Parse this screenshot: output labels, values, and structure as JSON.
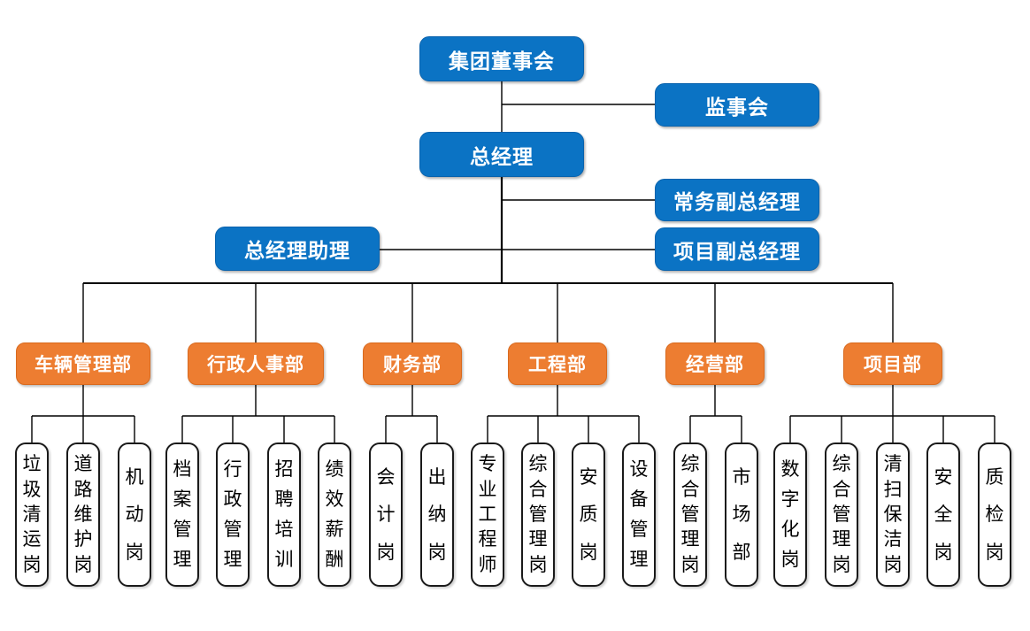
{
  "org_chart": {
    "top_nodes": {
      "board": "集团董事会",
      "supervisory_board": "监事会",
      "general_manager": "总经理",
      "executive_deputy_gm": "常务副总经理",
      "gm_assistant": "总经理助理",
      "project_deputy_gm": "项目副总经理"
    },
    "departments": [
      {
        "label": "车辆管理部",
        "positions": [
          "垃圾清运岗",
          "道路维护岗",
          "机动岗"
        ]
      },
      {
        "label": "行政人事部",
        "positions": [
          "档案管理",
          "行政管理",
          "招聘培训",
          "绩效薪酬"
        ]
      },
      {
        "label": "财务部",
        "positions": [
          "会计岗",
          "出纳岗"
        ]
      },
      {
        "label": "工程部",
        "positions": [
          "专业工程师",
          "综合管理岗",
          "安质岗",
          "设备管理"
        ]
      },
      {
        "label": "经营部",
        "positions": [
          "综合管理岗",
          "市场部"
        ]
      },
      {
        "label": "项目部",
        "positions": [
          "数字化岗",
          "综合管理岗",
          "清扫保洁岗",
          "安全岗",
          "质检岗"
        ]
      }
    ],
    "colors": {
      "management_fill": "#0B73C4",
      "department_fill": "#ED7D31",
      "position_fill": "#FFFFFF",
      "line": "#000000",
      "text_on_fill": "#FFFFFF",
      "position_text": "#000000"
    }
  }
}
